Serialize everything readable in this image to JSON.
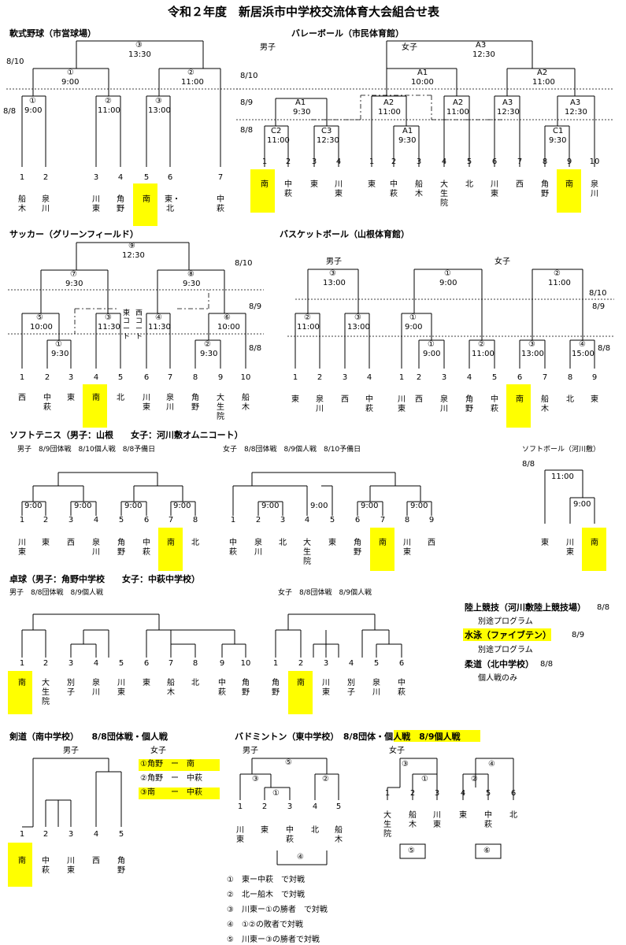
{
  "title": "令和２年度　新居浜市中学校交流体育大会組合せ表",
  "baseball": {
    "heading": "軟式野球（市営球場）",
    "d810": "8/10",
    "d88": "8/8",
    "m1": "③",
    "t1": "13:30",
    "m2": "①",
    "t2": "9:00",
    "m3": "②",
    "t3": "11:00",
    "m4": "①",
    "t4": "9:00",
    "m5": "②",
    "t5": "11:00",
    "m6": "③",
    "t6": "13:00",
    "nums": [
      "1",
      "2",
      "3",
      "4",
      "5",
      "6",
      "7"
    ],
    "teams": [
      "船木",
      "泉川",
      "川東",
      "角野",
      "南",
      "東・北",
      "中萩"
    ]
  },
  "volley": {
    "heading": "バレーボール（市民体育館）",
    "boys": "男子",
    "girls": "女子",
    "d810": "8/10",
    "d89": "8/9",
    "d88": "8/8",
    "top_label": "A3",
    "top_time": "12:30",
    "a1": "A1",
    "a1t": "10:00",
    "a2": "A2",
    "a2t": "11:00",
    "m1": "A1",
    "m1t": "9:30",
    "m2": "A2",
    "m2t": "11:00",
    "m3": "A2",
    "m3t": "11:00",
    "m4": "A3",
    "m4t": "12:30",
    "m5": "A3",
    "m5t": "12:30",
    "c2": "C2",
    "c2t": "11:00",
    "c3": "C3",
    "c3t": "12:30",
    "a1b": "A1",
    "a1bt": "9:30",
    "c1": "C1",
    "c1t": "9:30",
    "boys_nums": [
      "1",
      "2",
      "3",
      "4"
    ],
    "boys_teams": [
      "南",
      "中萩",
      "東",
      "川東"
    ],
    "girls_nums": [
      "1",
      "2",
      "3",
      "4",
      "5",
      "6",
      "7",
      "8",
      "9",
      "10"
    ],
    "girls_teams": [
      "東",
      "中萩",
      "船木",
      "大生院",
      "北",
      "川東",
      "西",
      "角野",
      "南",
      "泉川"
    ]
  },
  "soccer": {
    "heading": "サッカー（グリーンフィールド）",
    "d810": "8/10",
    "d89": "8/9",
    "d88": "8/8",
    "top": "⑨",
    "top_t": "12:30",
    "l": "⑦",
    "l_t": "9:30",
    "r": "⑧",
    "r_t": "9:30",
    "m5": "⑤",
    "m5t": "10:00",
    "m3": "③",
    "m3t": "11:30",
    "m4": "④",
    "m4t": "11:30",
    "m6": "⑥",
    "m6t": "10:00",
    "m1": "①",
    "m1t": "9:30",
    "m2": "②",
    "m2t": "9:30",
    "east_court": "東コート",
    "west_court": "西コート",
    "nums": [
      "1",
      "2",
      "3",
      "4",
      "5",
      "6",
      "7",
      "8",
      "9",
      "10"
    ],
    "teams": [
      "西",
      "中萩",
      "東",
      "南",
      "北",
      "川東",
      "泉川",
      "角野",
      "大生院",
      "船木"
    ]
  },
  "basket": {
    "heading": "バスケットボール（山根体育館）",
    "boys": "男子",
    "girls": "女子",
    "d810": "8/10",
    "d89": "8/9",
    "d88": "8/8",
    "b3": "③",
    "b3t": "13:00",
    "b2": "②",
    "b2t": "11:00",
    "b3b": "③",
    "b3bt": "13:00",
    "g1": "①",
    "g1t": "9:00",
    "g2": "②",
    "g2t": "11:00",
    "g1b": "①",
    "g1bt": "9:00",
    "g1c": "①",
    "g1ct": "9:00",
    "g2b": "②",
    "g2bt": "11:00",
    "g3": "③",
    "g3t": "13:00",
    "g4": "④",
    "g4t": "15:00",
    "boys_nums": [
      "1",
      "2",
      "3",
      "4"
    ],
    "boys_teams": [
      "東",
      "泉川",
      "西",
      "中萩"
    ],
    "girls_nums": [
      "1",
      "2",
      "3",
      "4",
      "5",
      "6",
      "7",
      "8",
      "9"
    ],
    "girls_teams": [
      "川東",
      "西",
      "泉川",
      "角野",
      "中萩",
      "南",
      "船木",
      "北",
      "東"
    ]
  },
  "softtennis": {
    "heading": "ソフトテニス（男子：山根　　女子：河川敷オムニコート）",
    "boys_sched": "男子　8/9団体戦　8/10個人戦　8/8予備日",
    "girls_sched": "女子　8/8団体戦　8/9個人戦　8/10予備日",
    "time": "9:00",
    "boys_nums": [
      "1",
      "2",
      "3",
      "4",
      "5",
      "6",
      "7",
      "8"
    ],
    "boys_teams": [
      "川東",
      "東",
      "西",
      "泉川",
      "角野",
      "中萩",
      "南",
      "北"
    ],
    "girls_nums": [
      "1",
      "2",
      "3",
      "4",
      "5",
      "6",
      "7",
      "8",
      "9"
    ],
    "girls_teams": [
      "中萩",
      "泉川",
      "北",
      "大生院",
      "東",
      "角野",
      "南",
      "川東",
      "西"
    ]
  },
  "softball": {
    "heading": "ソフトボール（河川敷）",
    "date": "8/8",
    "t1": "11:00",
    "t2": "9:00",
    "teams": [
      "東",
      "川東",
      "南"
    ]
  },
  "tt": {
    "heading": "卓球（男子：角野中学校　　女子：中萩中学校）",
    "boys_sched": "男子　8/8団体戦　8/9個人戦",
    "girls_sched": "女子　8/8団体戦　8/9個人戦",
    "boys_nums": [
      "1",
      "2",
      "3",
      "4",
      "5",
      "6",
      "7",
      "8",
      "9",
      "10"
    ],
    "boys_teams": [
      "南",
      "大生院",
      "別子",
      "泉川",
      "川東",
      "東",
      "船木",
      "北",
      "中萩",
      "角野"
    ],
    "girls_nums": [
      "1",
      "2",
      "3",
      "4",
      "5",
      "6"
    ],
    "girls_teams": [
      "角野",
      "南",
      "川東",
      "別子",
      "泉川",
      "中萩"
    ]
  },
  "other": {
    "athletics": "陸上競技（河川敷陸上競技場）",
    "athletics_date": "8/8",
    "athletics_note": "別途プログラム",
    "swim": "水泳（ファイブテン）",
    "swim_date": "8/9",
    "swim_note": "別途プログラム",
    "judo": "柔道（北中学校）",
    "judo_date": "8/8",
    "judo_note": "個人戦のみ"
  },
  "kendo": {
    "heading": "剣道（南中学校）　　8/8団体戦・個人戦",
    "boys": "男子",
    "girls": "女子",
    "girls_matches": [
      "①角野　ー　南",
      "②角野　ー　中萩",
      "③南　　ー　中萩"
    ],
    "nums": [
      "1",
      "2",
      "3",
      "4",
      "5"
    ],
    "teams": [
      "南",
      "中萩",
      "川東",
      "西",
      "角野"
    ]
  },
  "badminton": {
    "heading": "バドミントン（東中学校）　8/8団体・",
    "heading_hl": "個人戦　8/9個人戦",
    "boys": "男子",
    "girls": "女子",
    "b5": "⑤",
    "b3": "③",
    "b2": "②",
    "b1": "①",
    "b4": "④",
    "g3": "③",
    "g1": "①",
    "g4": "④",
    "g2": "②",
    "g5": "⑤",
    "g6": "⑥",
    "boys_nums": [
      "1",
      "2",
      "3",
      "4",
      "5"
    ],
    "boys_teams": [
      "川東",
      "東",
      "中萩",
      "北",
      "船木"
    ],
    "girls_nums": [
      "1",
      "2",
      "3",
      "4",
      "5",
      "6"
    ],
    "girls_teams": [
      "大生院",
      "船木",
      "川東",
      "東",
      "中萩",
      "北"
    ],
    "notes": [
      "①　東ー中萩　で対戦",
      "②　北ー船木　で対戦",
      "③　川東ー①の勝者　で対戦",
      "④　①②の敗者で対戦",
      "⑤　川東ー③の勝者で対戦"
    ]
  }
}
